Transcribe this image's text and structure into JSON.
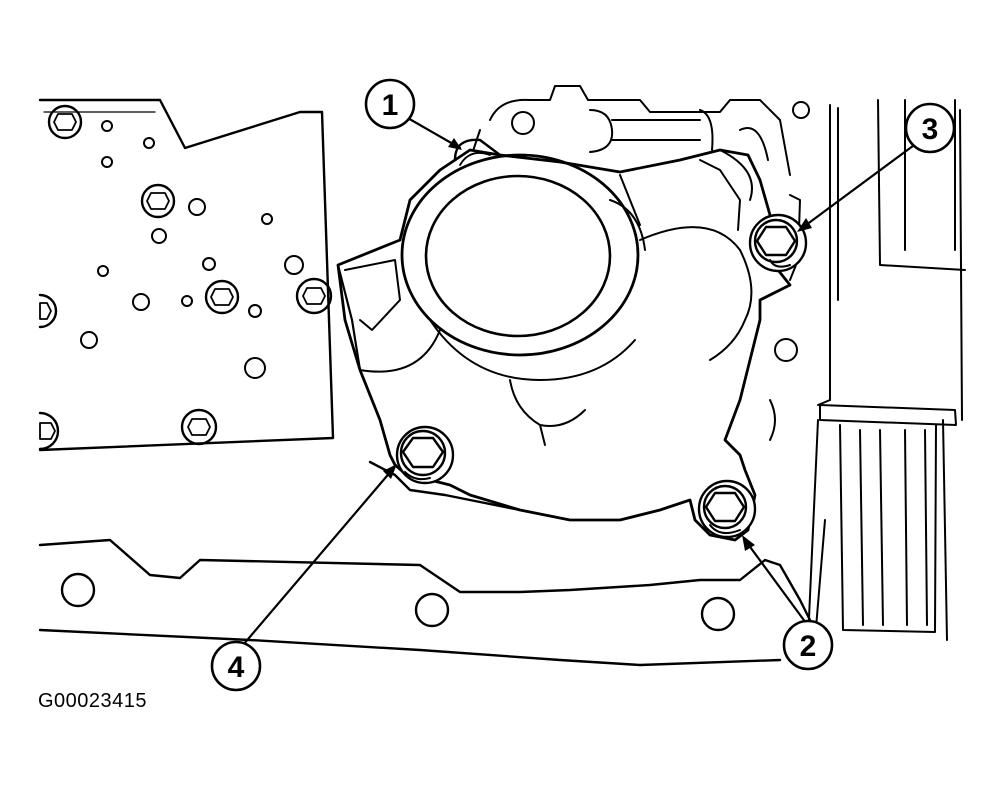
{
  "figure": {
    "figure_code": "G00023415"
  },
  "callouts": [
    {
      "id": "1",
      "label": "1"
    },
    {
      "id": "2",
      "label": "2"
    },
    {
      "id": "3",
      "label": "3"
    },
    {
      "id": "4",
      "label": "4"
    }
  ],
  "colors": {
    "ink": "#000000",
    "paper": "#ffffff"
  }
}
